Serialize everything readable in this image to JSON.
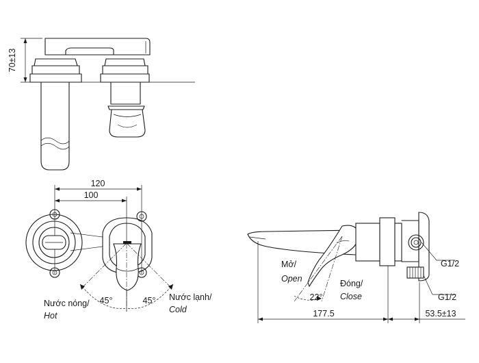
{
  "dimensions": {
    "height_top": "70±13",
    "center_distance_outer": "120",
    "center_distance_inner": "100",
    "spout_length": "177.5",
    "wall_depth": "53.5±13",
    "thread_upper": "G1/2",
    "thread_lower": "G1/2"
  },
  "angles": {
    "hot": "45°",
    "cold": "45°",
    "open": "22°"
  },
  "labels": {
    "hot_vi": "Nước nóng/",
    "hot_en": "Hot",
    "cold_vi": "Nước lạnh/",
    "cold_en": "Cold",
    "open_vi": "Mở/",
    "open_en": "Open",
    "close_vi": "Đóng/",
    "close_en": "Close"
  }
}
